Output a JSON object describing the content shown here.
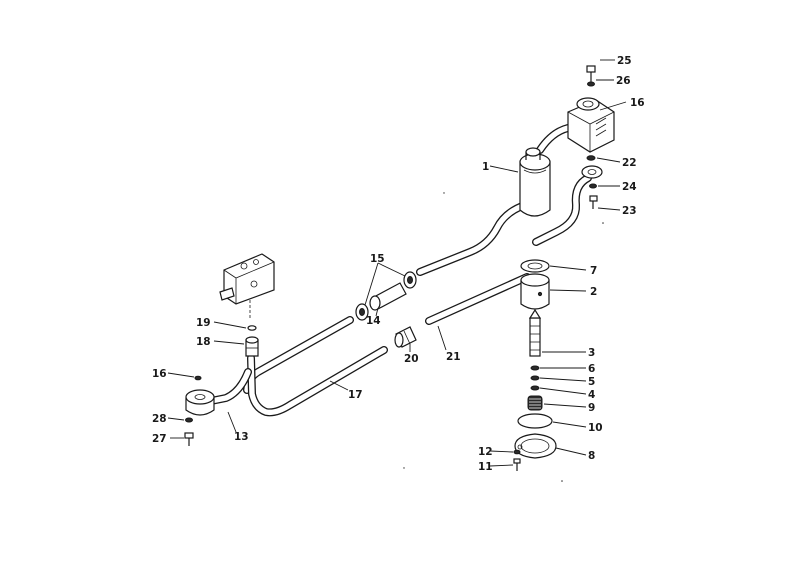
{
  "callouts": [
    {
      "id": "c25",
      "label": "25"
    },
    {
      "id": "c26",
      "label": "26"
    },
    {
      "id": "c16a",
      "label": "16"
    },
    {
      "id": "c22",
      "label": "22"
    },
    {
      "id": "c1",
      "label": "1"
    },
    {
      "id": "c24",
      "label": "24"
    },
    {
      "id": "c23",
      "label": "23"
    },
    {
      "id": "c15",
      "label": "15"
    },
    {
      "id": "c7",
      "label": "7"
    },
    {
      "id": "c2",
      "label": "2"
    },
    {
      "id": "c14",
      "label": "14"
    },
    {
      "id": "c19",
      "label": "19"
    },
    {
      "id": "c18",
      "label": "18"
    },
    {
      "id": "c20",
      "label": "20"
    },
    {
      "id": "c21",
      "label": "21"
    },
    {
      "id": "c3",
      "label": "3"
    },
    {
      "id": "c6",
      "label": "6"
    },
    {
      "id": "c5",
      "label": "5"
    },
    {
      "id": "c4",
      "label": "4"
    },
    {
      "id": "c16b",
      "label": "16"
    },
    {
      "id": "c17",
      "label": "17"
    },
    {
      "id": "c9",
      "label": "9"
    },
    {
      "id": "c28",
      "label": "28"
    },
    {
      "id": "c10",
      "label": "10"
    },
    {
      "id": "c13",
      "label": "13"
    },
    {
      "id": "c27",
      "label": "27"
    },
    {
      "id": "c12",
      "label": "12"
    },
    {
      "id": "c8",
      "label": "8"
    },
    {
      "id": "c11",
      "label": "11"
    }
  ]
}
